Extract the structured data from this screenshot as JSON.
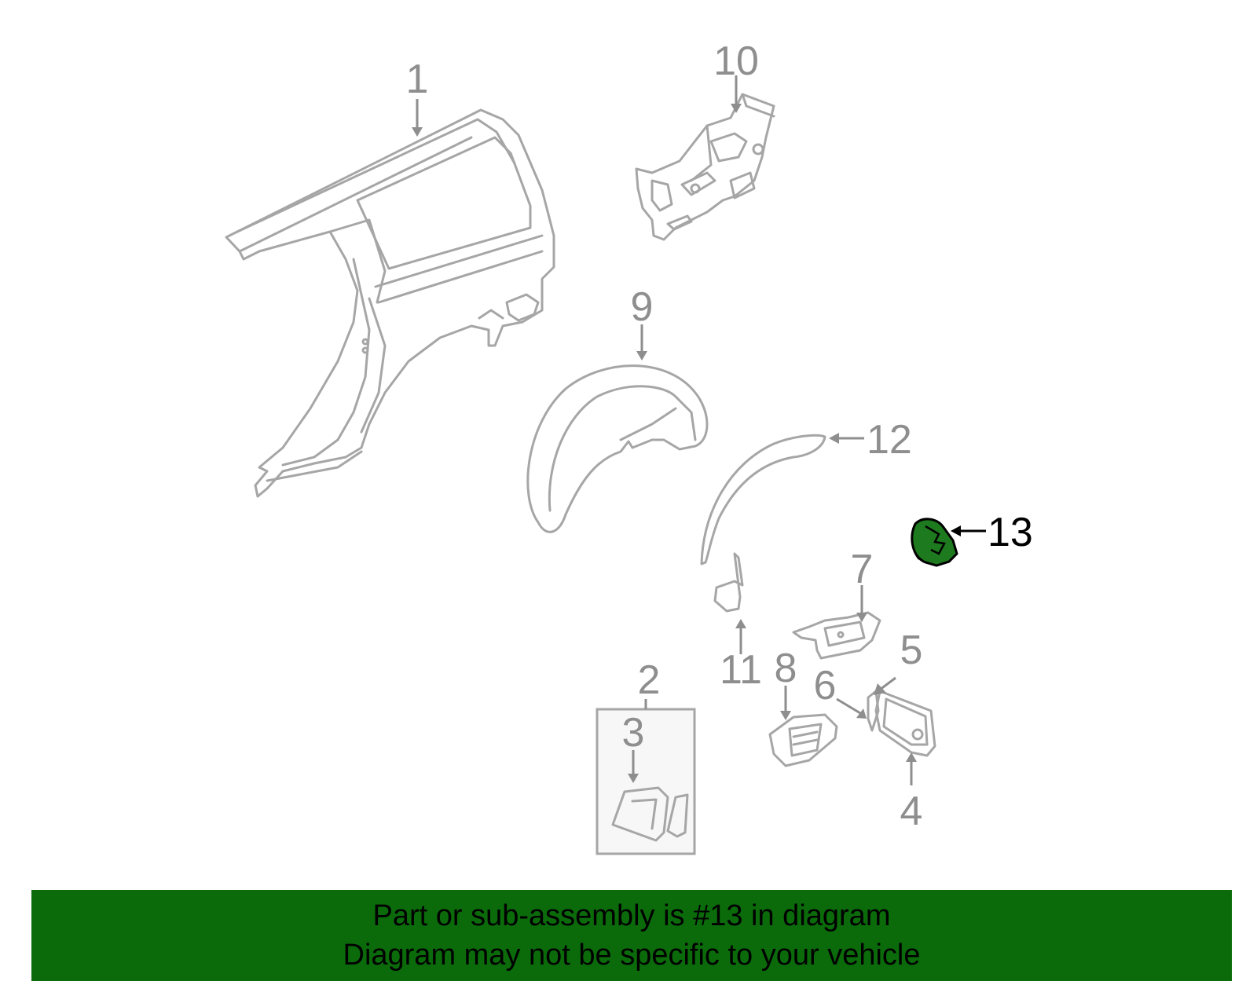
{
  "banner": {
    "line1": "Part or sub-assembly is #13 in diagram",
    "line2": "Diagram may not be specific to your vehicle",
    "color": "#0b6b0b"
  },
  "highlight_color": "#1e7a1e",
  "callouts": {
    "c1": "1",
    "c2": "2",
    "c3": "3",
    "c4": "4",
    "c5": "5",
    "c6": "6",
    "c7": "7",
    "c8": "8",
    "c9": "9",
    "c10": "10",
    "c11": "11",
    "c12": "12",
    "c13": "13"
  },
  "highlighted_part": "13"
}
